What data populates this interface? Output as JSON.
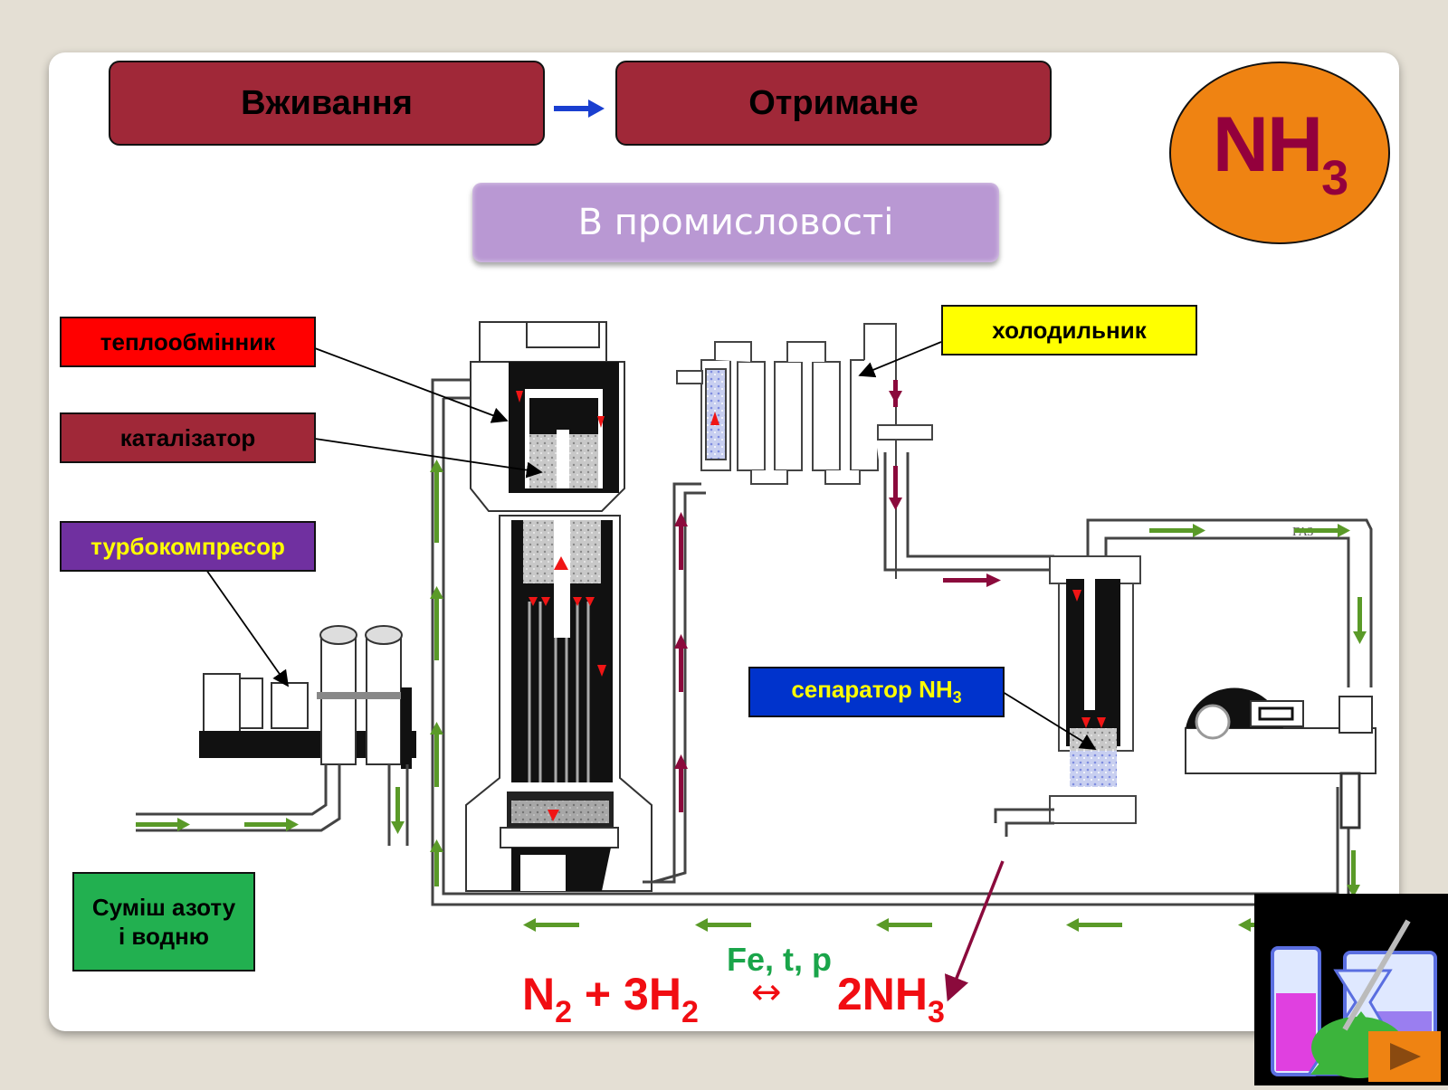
{
  "nav": {
    "usage_label": "Вживання",
    "production_label": "Отримане",
    "arrow_icon": "right-arrow-icon"
  },
  "badge": {
    "formula_main": "NH",
    "formula_sub": "3"
  },
  "subtitle": "В промисловості",
  "labels": {
    "heat_exchanger": "теплообмінник",
    "catalyst": "каталізатор",
    "turbocompressor": "турбокомпресор",
    "cooler": "холодильник",
    "separator_main": "сепаратор NH",
    "separator_sub": "3",
    "mixture_line1": "Суміш азоту",
    "mixture_line2": "і водню"
  },
  "equation": {
    "n": "N",
    "n_sub": "2",
    "plus": " + 3H",
    "h_sub": "2",
    "arrow": "↔",
    "conditions": "Fe, t, p",
    "product": "2NH",
    "product_sub": "3"
  },
  "diagram_text": {
    "gas_label": "ГАЗ"
  },
  "colors": {
    "nav_box": "#a02838",
    "badge_fill": "#ef8312",
    "badge_text": "#93003c",
    "subtitle_box": "#b998d3",
    "heat_exchanger_box": "#ff0000",
    "catalyst_box": "#a02838",
    "turbocompressor_box": "#7030a0",
    "cooler_box": "#ffff00",
    "separator_box": "#0033cc",
    "mixture_box": "#22b050",
    "flow_arrow_green": "#5a9a28",
    "flow_arrow_maroon": "#8b0a3c",
    "equation_red": "#f10d12",
    "conditions_green": "#1aa54a"
  },
  "corner": {
    "image_icon": "chemistry-glassware-icon",
    "play_icon": "play-icon"
  }
}
